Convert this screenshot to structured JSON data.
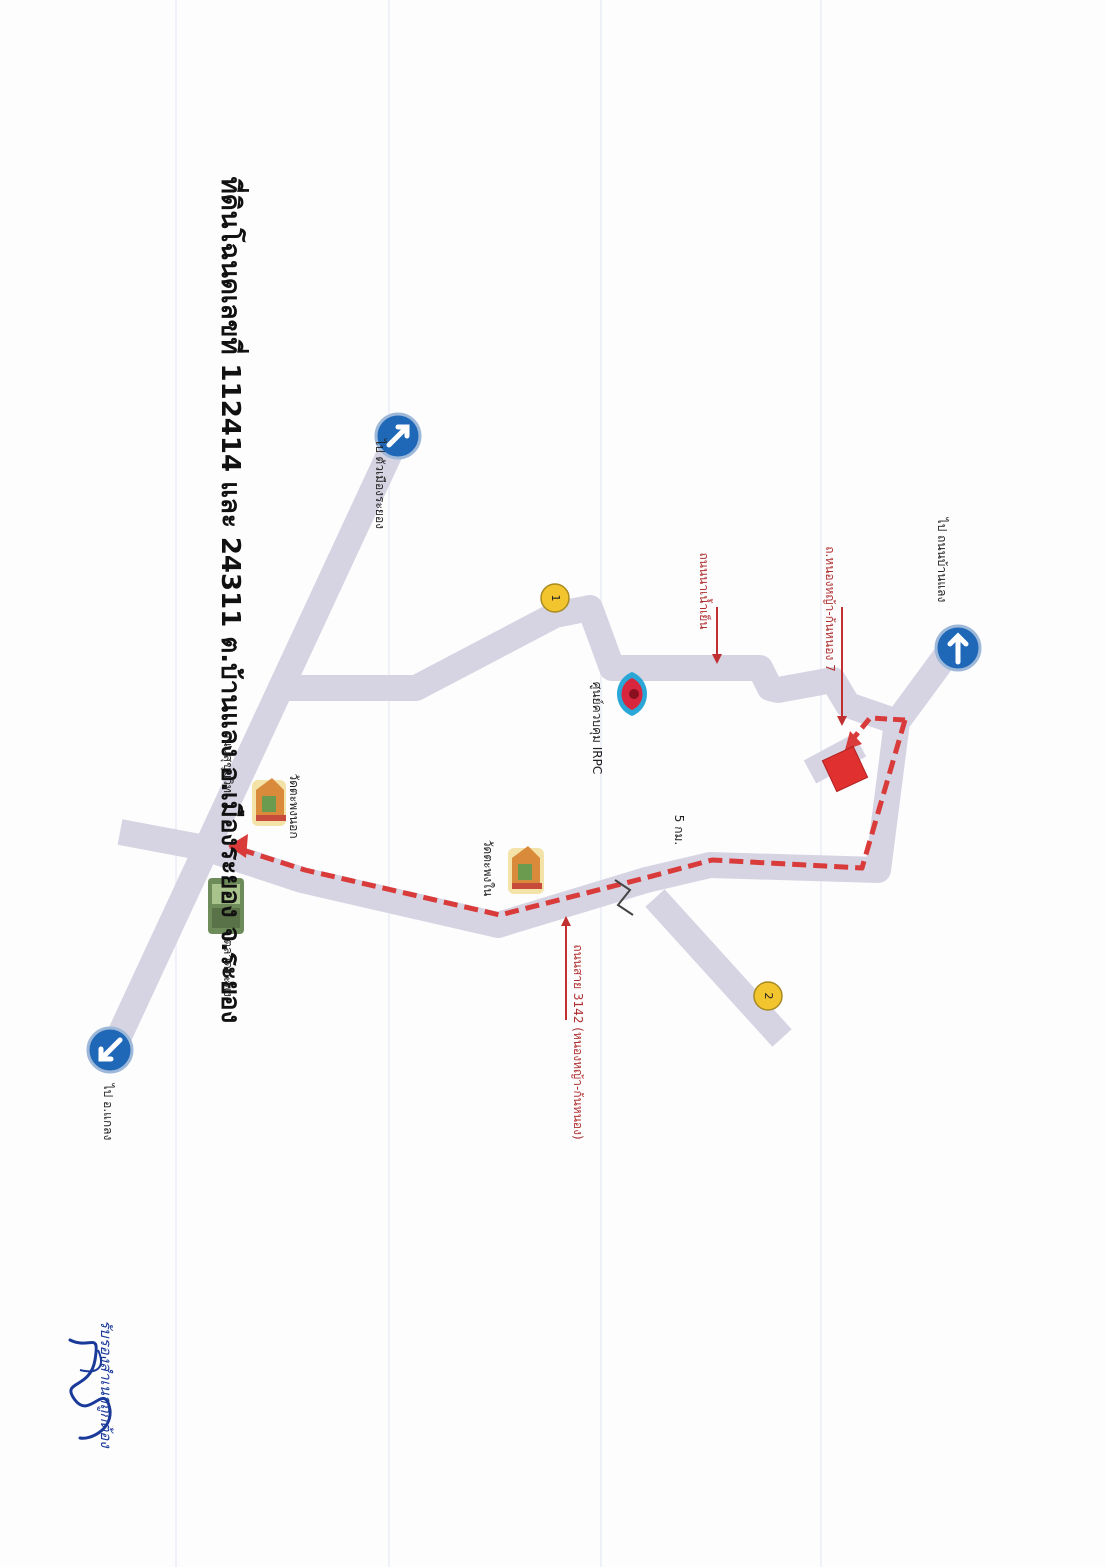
{
  "title": "ที่ดินโฉนดเลขที่ 112414 และ 24311 ต.บ้านแลง อ.เมืองระยอง จ.ระยอง",
  "direction_labels": {
    "to_ban_laeng_road": "ไป ถนนบ้านแลง",
    "to_rayong_city": "ไป ตัวเมืองระยอง",
    "to_klaeng": "ไป อ.แกลง"
  },
  "road_labels": {
    "nong_yai_kon_nong": "ถ.หนองหญ้า-ก้นหนอง 7",
    "road_namyen": "ถนนนาเน้ำเย็น",
    "sukhumvit": "ถนนสุขุมวิท",
    "road_3142": "ถนนสาย 3142 (หนองหญ้า-ก้นหนอง)"
  },
  "place_labels": {
    "irpc_center": "ศูนย์ควบคุม IRPC",
    "wat_tapong_nok": "วัดตะพงนอก",
    "wat_tapong_nai": "วัดตะพงใน",
    "talat_tapong": "ตลาดตะพง"
  },
  "distance_label": "5 กม.",
  "markers": {
    "one": "1",
    "two": "2"
  },
  "signature_text": "รับรองสำเนาถูกต้อง",
  "colors": {
    "road": "#d6d4e2",
    "route": "#d93a3a",
    "arrow_circle": "#1f68b8",
    "marker": "#f2c42e",
    "site": "#e03030",
    "signature": "#1a3a9a"
  }
}
